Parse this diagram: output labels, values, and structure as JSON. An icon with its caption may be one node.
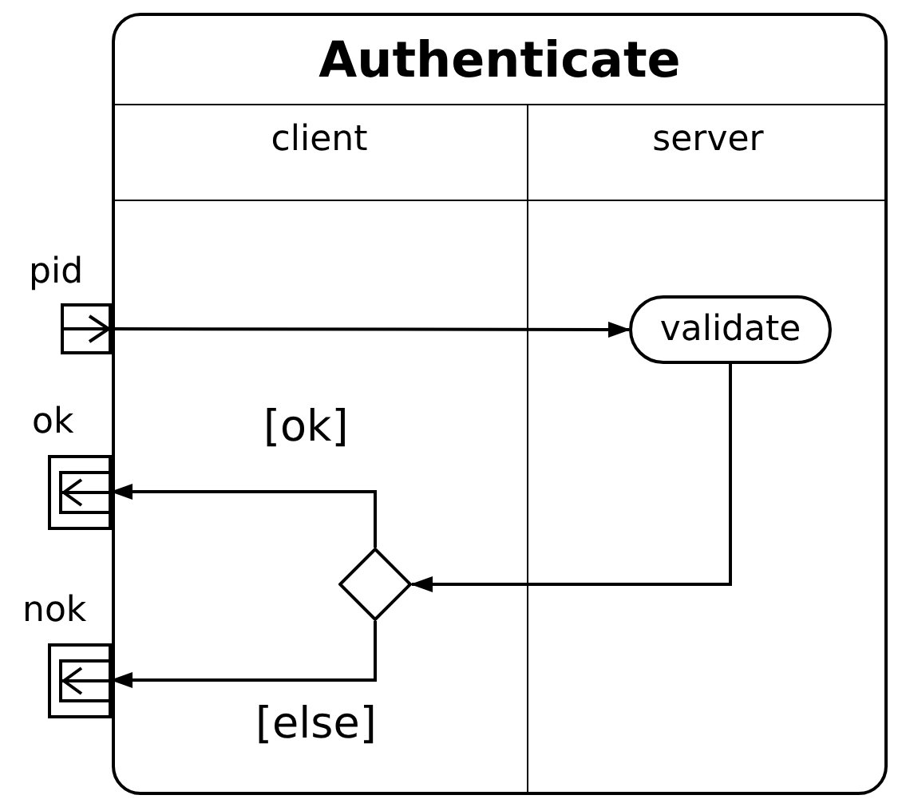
{
  "diagram": {
    "nodes": [
      {
        "text": [
          "Authenticate"
        ]
      },
      {
        "text": [
          "client"
        ],
        "in": 0
      },
      {
        "text": [
          "server"
        ],
        "in": 0
      },
      {
        "text": [
          "pid"
        ]
      },
      {
        "text": [
          "ok"
        ]
      },
      {
        "text": [
          "nok"
        ]
      },
      {
        "text": [
          "validate"
        ],
        "in": 2
      },
      {
        "text": [],
        "shape": "diamond",
        "in": 1
      }
    ],
    "edges": [
      {
        "from": 3,
        "to": 6,
        "arrow": "to"
      },
      {
        "from": 6,
        "to": 7,
        "arrow": "to"
      },
      {
        "from": 7,
        "to": 4,
        "arrow": "to",
        "label": "[ok]"
      },
      {
        "from": 7,
        "to": 5,
        "arrow": "to",
        "label": "[else]"
      }
    ]
  }
}
